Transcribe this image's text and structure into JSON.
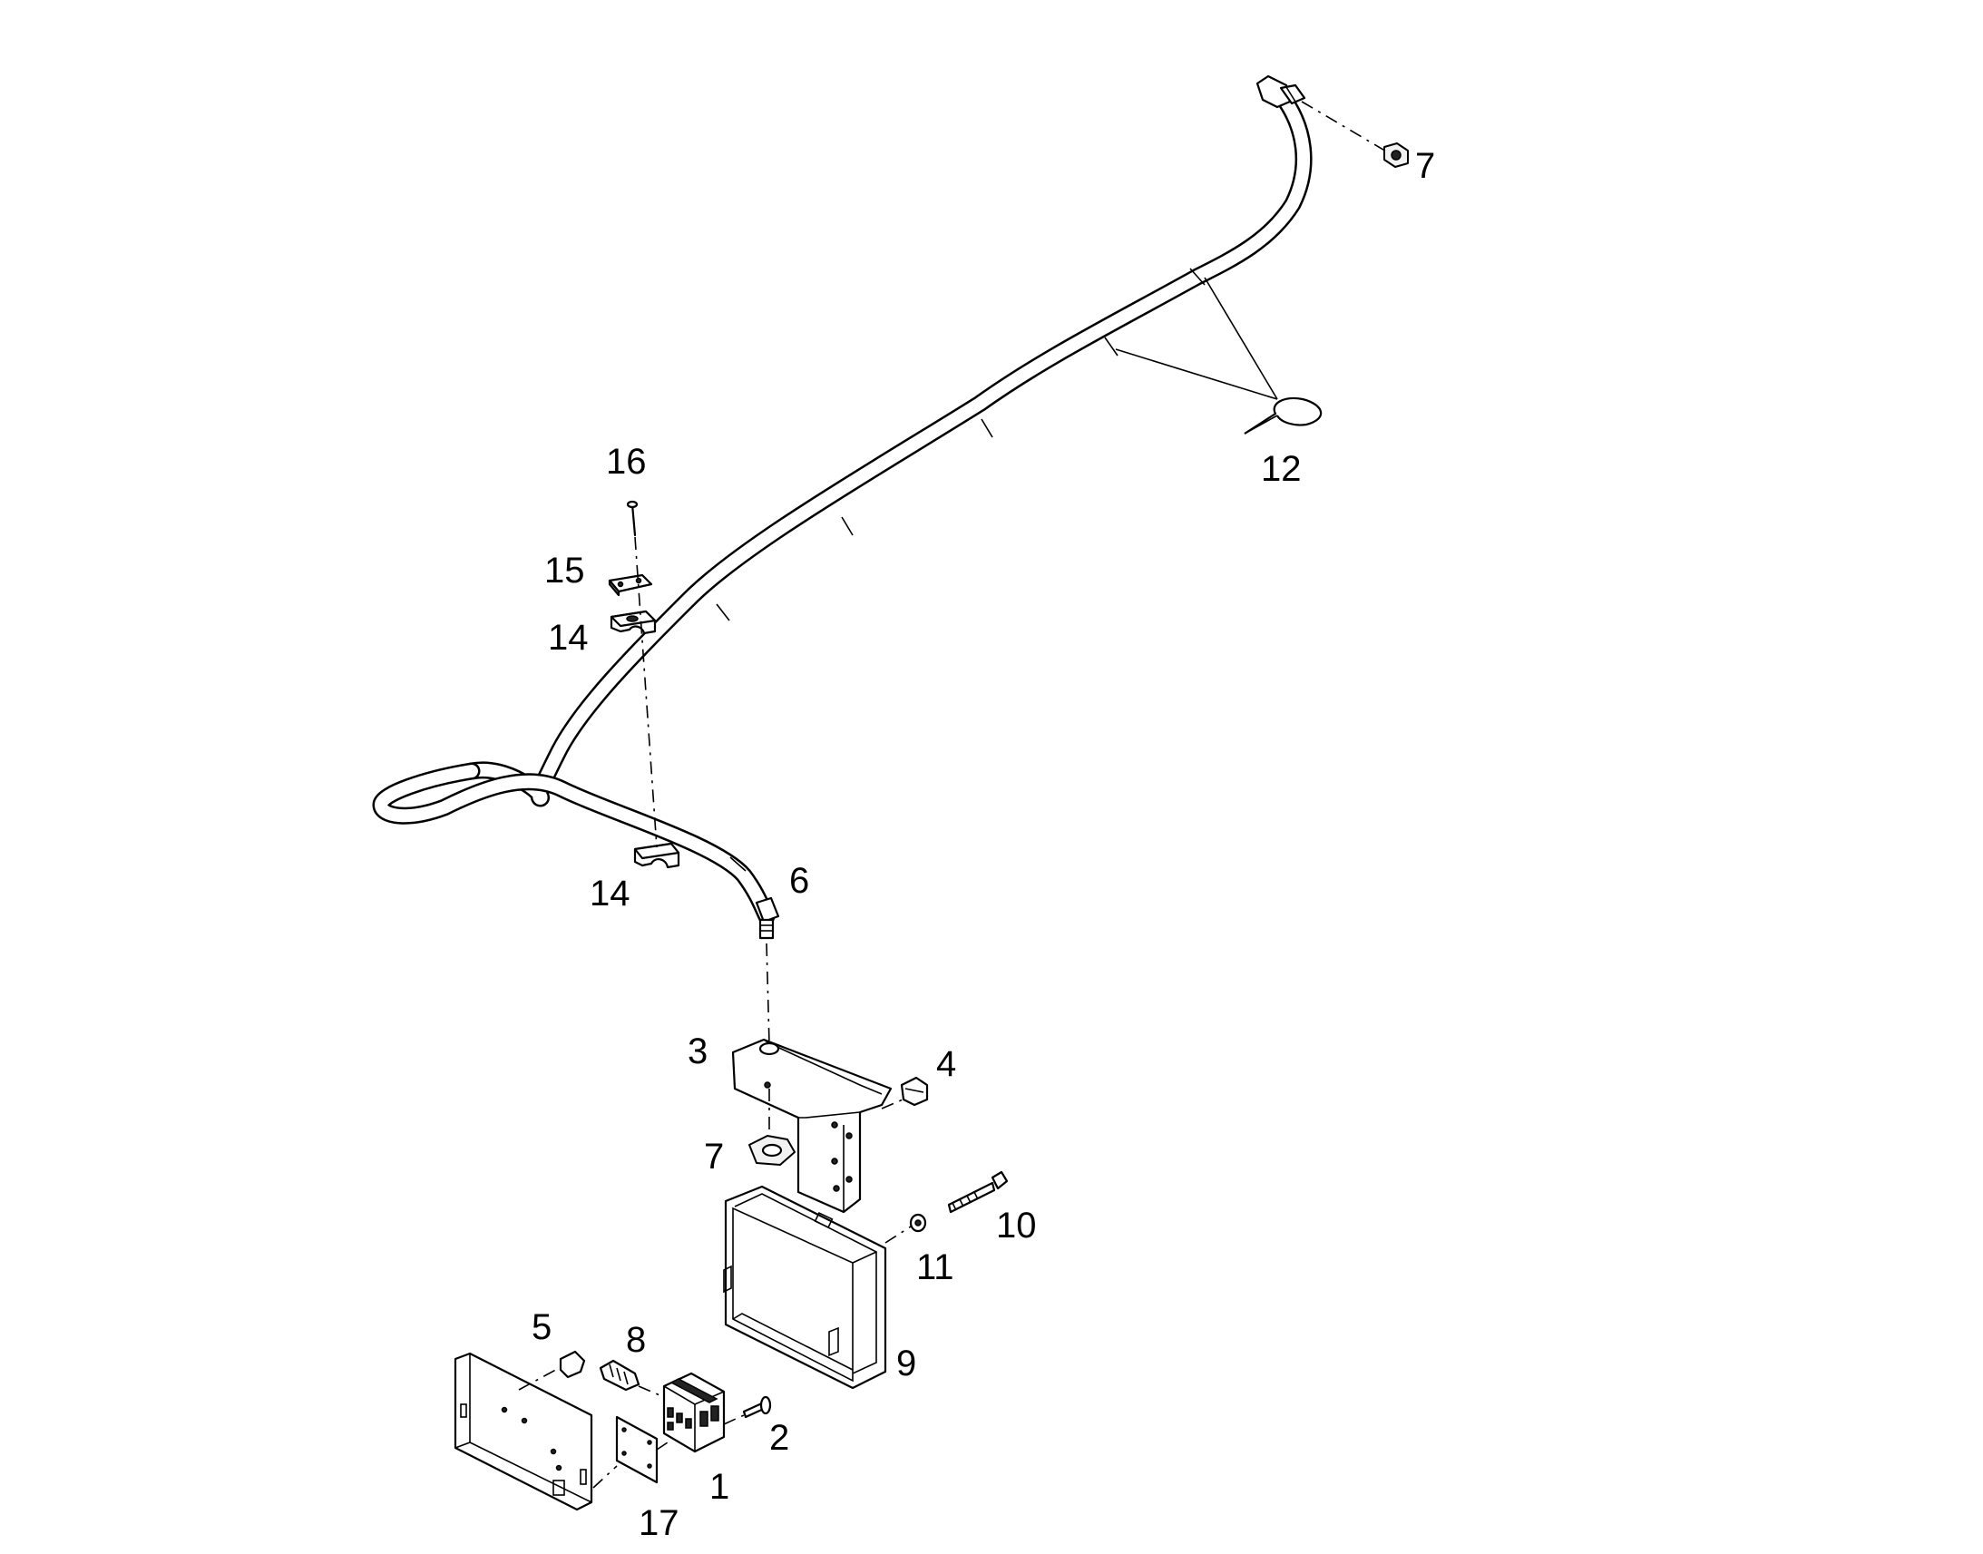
{
  "callouts": {
    "c1": "1",
    "c2": "2",
    "c3": "3",
    "c4": "4",
    "c5": "5",
    "c6": "6",
    "c7_top": "7",
    "c7_mid": "7",
    "c8": "8",
    "c9": "9",
    "c10": "10",
    "c11": "11",
    "c12": "12",
    "c14_upper": "14",
    "c14_lower": "14",
    "c15": "15",
    "c16": "16",
    "c17": "17"
  }
}
